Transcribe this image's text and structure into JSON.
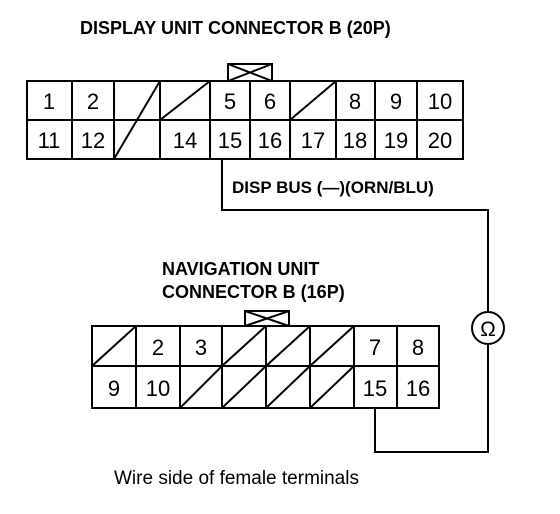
{
  "title": "DISPLAY UNIT CONNECTOR B (20P)",
  "wire_label": "DISP BUS (—)(ORN/BLU)",
  "nav_title_line1": "NAVIGATION UNIT",
  "nav_title_line2": "CONNECTOR B (16P)",
  "ohm_symbol": "Ω",
  "caption": "Wire side of female terminals",
  "display_connector": {
    "top_row": [
      "1",
      "2",
      "",
      "",
      "5",
      "6",
      "",
      "8",
      "9",
      "10"
    ],
    "bottom_row": [
      "11",
      "12",
      "",
      "14",
      "15",
      "16",
      "17",
      "18",
      "19",
      "20"
    ]
  },
  "nav_connector": {
    "top_row": [
      "",
      "2",
      "3",
      "",
      "",
      "",
      "7",
      "8"
    ],
    "bottom_row": [
      "9",
      "10",
      "",
      "",
      "",
      "",
      "15",
      "16"
    ]
  }
}
